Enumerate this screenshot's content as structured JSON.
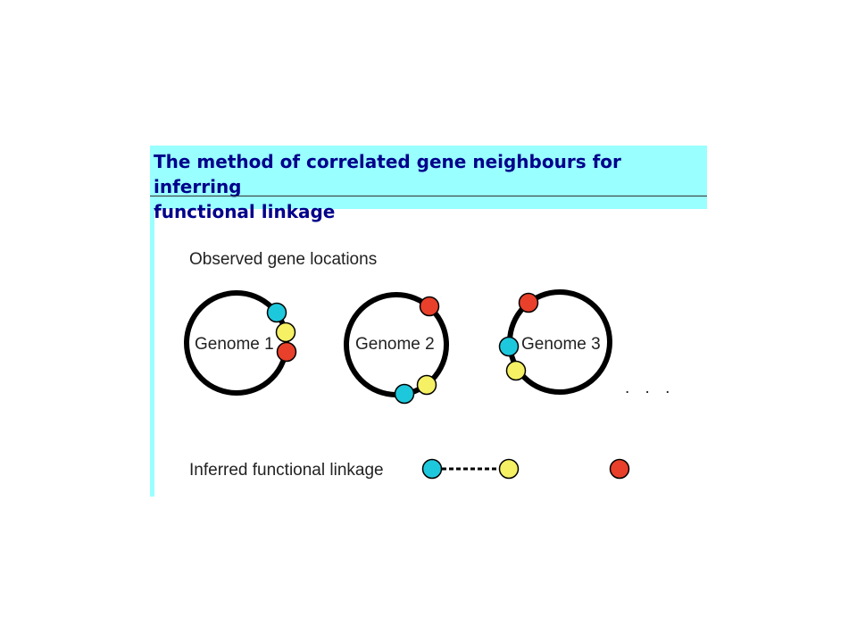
{
  "title": {
    "line1": "The method of correlated gene neighbours for inferring",
    "line2": "functional linkage"
  },
  "observed_label": "Observed gene locations",
  "inferred_label": "Inferred functional linkage",
  "genomes": [
    {
      "label": "Genome 1"
    },
    {
      "label": "Genome 2"
    },
    {
      "label": "Genome 3"
    }
  ],
  "ellipsis": ". . .",
  "colors": {
    "header_bg": "#99ffff",
    "title_text": "#00008b",
    "gene_cyan": "#1ec8dc",
    "gene_yellow": "#f5f064",
    "gene_red": "#e8402a",
    "ring": "#000000"
  }
}
